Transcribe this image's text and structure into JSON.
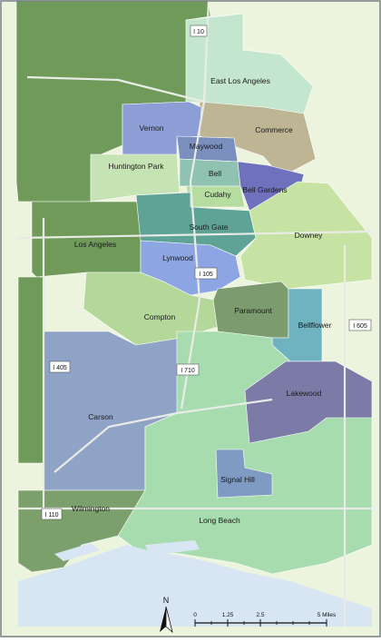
{
  "regions": [
    {
      "id": "east-los-angeles",
      "label": "East Los Angeles",
      "color": "#c4e6cf"
    },
    {
      "id": "commerce",
      "label": "Commerce",
      "color": "#bdb594"
    },
    {
      "id": "vernon",
      "label": "Vernon",
      "color": "#8d9dd6"
    },
    {
      "id": "maywood",
      "label": "Maywood",
      "color": "#7b8fbf"
    },
    {
      "id": "huntington-park",
      "label": "Huntington Park",
      "color": "#c6e3b3"
    },
    {
      "id": "bell",
      "label": "Bell",
      "color": "#8fc2b1"
    },
    {
      "id": "cudahy",
      "label": "Cudahy",
      "color": "#b6dc9f"
    },
    {
      "id": "bell-gardens",
      "label": "Bell Gardens",
      "color": "#6f71bd"
    },
    {
      "id": "south-gate",
      "label": "South Gate",
      "color": "#5fa396"
    },
    {
      "id": "downey",
      "label": "Downey",
      "color": "#c6e3a4"
    },
    {
      "id": "los-angeles",
      "label": "Los Angeles",
      "color": "#6f9a5a"
    },
    {
      "id": "lynwood",
      "label": "Lynwood",
      "color": "#8da6e3"
    },
    {
      "id": "compton",
      "label": "Compton",
      "color": "#b4d89a"
    },
    {
      "id": "paramount",
      "label": "Paramount",
      "color": "#7c9b6e"
    },
    {
      "id": "bellflower",
      "label": "Bellflower",
      "color": "#6fb3c0"
    },
    {
      "id": "lakewood",
      "label": "Lakewood",
      "color": "#7c7ba8"
    },
    {
      "id": "carson",
      "label": "Carson",
      "color": "#8fa3c6"
    },
    {
      "id": "signal-hill",
      "label": "Signal Hill",
      "color": "#7f9bc3"
    },
    {
      "id": "wilmington",
      "label": "Wilmington",
      "color": "#7ba06b"
    },
    {
      "id": "long-beach",
      "label": "Long Beach",
      "color": "#a7dcae"
    }
  ],
  "highways": [
    {
      "id": "i10",
      "label": "I 10"
    },
    {
      "id": "i105",
      "label": "I 105"
    },
    {
      "id": "i710",
      "label": "I 710"
    },
    {
      "id": "i605",
      "label": "I 605"
    },
    {
      "id": "i405",
      "label": "I 405"
    },
    {
      "id": "i110",
      "label": "I 110"
    }
  ],
  "north_arrow": {
    "label": "N"
  },
  "scale_bar": {
    "ticks": [
      "0",
      "1.25",
      "2.5",
      "5 Miles"
    ]
  },
  "colors": {
    "background": "#edf4de",
    "water": "#d8e6f4",
    "roads": "#e9ece6",
    "border": "#7a8088"
  }
}
